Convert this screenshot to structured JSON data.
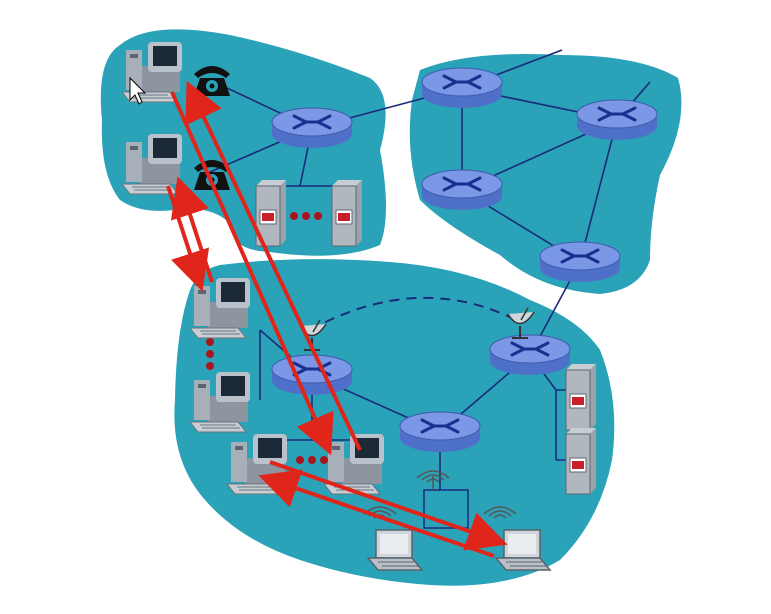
{
  "diagram": {
    "colors": {
      "cloud": "#2aa3b8",
      "router": "#6f8fe0",
      "router_mark": "#1a2f8f",
      "link": "#1a2a7a",
      "flow": "#e0251b",
      "device_gray": "#9aa3ad",
      "screen": "#22313f"
    },
    "regions": [
      {
        "id": "edge-network-top-left"
      },
      {
        "id": "core-network-top-right"
      },
      {
        "id": "edge-network-bottom"
      }
    ],
    "routers": [
      {
        "id": "r-top-left"
      },
      {
        "id": "r-core-1"
      },
      {
        "id": "r-core-2"
      },
      {
        "id": "r-core-3"
      },
      {
        "id": "r-core-4"
      },
      {
        "id": "r-bottom-left"
      },
      {
        "id": "r-bottom-mid"
      },
      {
        "id": "r-bottom-right"
      }
    ],
    "hosts": [
      {
        "id": "host-top-1",
        "icon": "desktop-computer-icon"
      },
      {
        "id": "host-top-2",
        "icon": "desktop-computer-icon"
      },
      {
        "id": "host-mid-1",
        "icon": "desktop-computer-icon"
      },
      {
        "id": "host-mid-2",
        "icon": "desktop-computer-icon"
      },
      {
        "id": "host-bottom-1",
        "icon": "desktop-computer-icon"
      },
      {
        "id": "host-bottom-2",
        "icon": "desktop-computer-icon"
      },
      {
        "id": "laptop-1",
        "icon": "laptop-icon"
      },
      {
        "id": "laptop-2",
        "icon": "laptop-icon"
      }
    ],
    "phones": [
      {
        "id": "phone-1",
        "icon": "telephone-icon"
      },
      {
        "id": "phone-2",
        "icon": "telephone-icon"
      }
    ],
    "servers": [
      {
        "id": "server-1",
        "icon": "server-icon"
      },
      {
        "id": "server-2",
        "icon": "server-icon"
      },
      {
        "id": "server-3",
        "icon": "server-icon"
      },
      {
        "id": "server-4",
        "icon": "server-icon"
      }
    ],
    "satellite_dishes": [
      {
        "id": "dish-1",
        "icon": "satellite-dish-icon"
      },
      {
        "id": "dish-2",
        "icon": "satellite-dish-icon"
      }
    ],
    "wireless_access_point": {
      "id": "wireless-ap",
      "icon": "wireless-access-point-icon"
    },
    "flows": [
      {
        "id": "flow-host-top-1-to-host-bottom-2",
        "style": "double-red-arrow"
      },
      {
        "id": "flow-host-top-2-to-host-mid-1",
        "style": "double-red-arrow"
      },
      {
        "id": "flow-host-bottom-1-to-laptop-2",
        "style": "double-red-arrow"
      }
    ]
  }
}
